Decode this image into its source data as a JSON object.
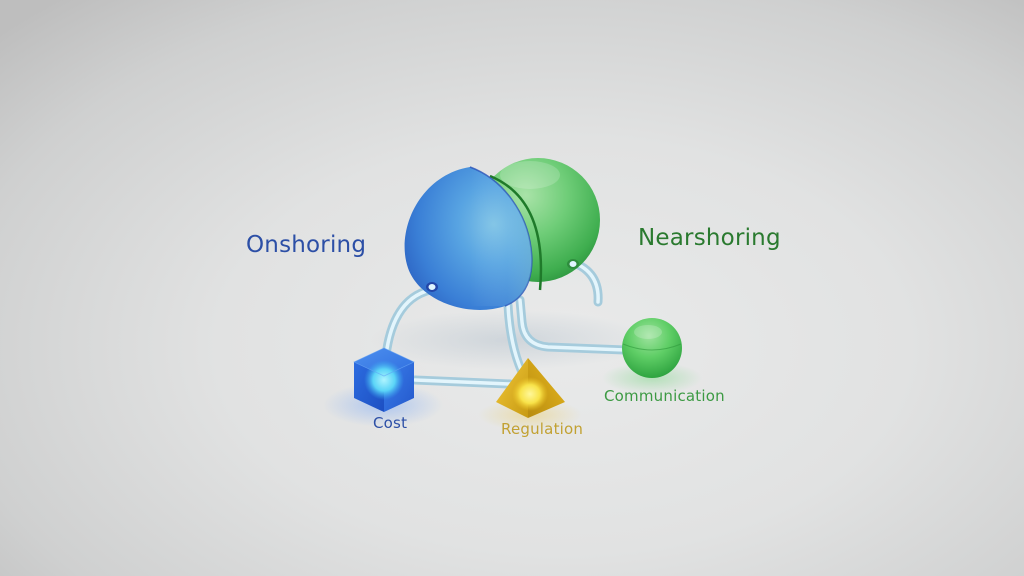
{
  "diagram": {
    "nodes": {
      "onshoring": {
        "label": "Onshoring",
        "shape": "half-sphere",
        "color": "#3a7fd6"
      },
      "nearshoring": {
        "label": "Nearshoring",
        "shape": "half-sphere",
        "color": "#5cc26a"
      },
      "cost": {
        "label": "Cost",
        "shape": "cube",
        "color": "#2e6fe0"
      },
      "regulation": {
        "label": "Regulation",
        "shape": "pyramid",
        "color": "#e3b726"
      },
      "communication": {
        "label": "Communication",
        "shape": "sphere",
        "color": "#4cc25a"
      }
    },
    "edges": [
      {
        "from": "onshoring",
        "to": "cost"
      },
      {
        "from": "onshoring",
        "to": "regulation"
      },
      {
        "from": "cost",
        "to": "regulation"
      },
      {
        "from": "nearshoring",
        "to": "communication"
      }
    ],
    "colors": {
      "onshoring_text": "#2c4fa6",
      "nearshoring_text": "#2a7a2f",
      "cost_text": "#2c4fa6",
      "regulation_text": "#c2a132",
      "communication_text": "#3c9a43",
      "tube": "#cfe6ee"
    }
  }
}
